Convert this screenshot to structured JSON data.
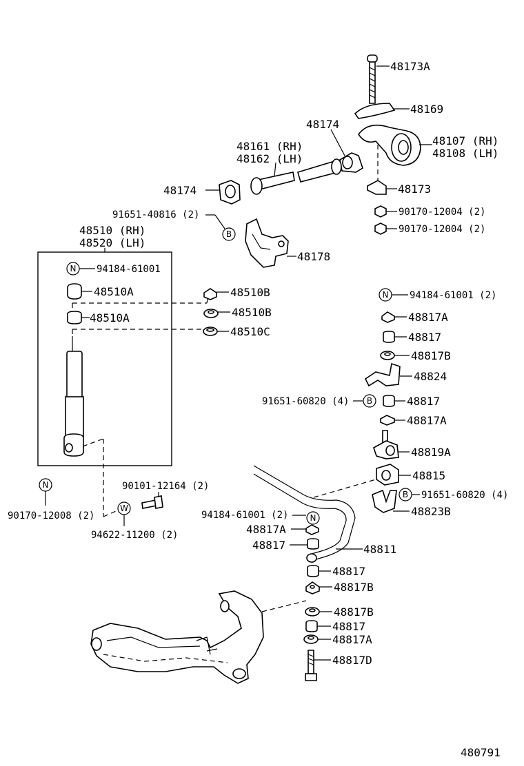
{
  "labels": {
    "p48173A": "48173A",
    "p48169": "48169",
    "p48174_top": "48174",
    "p48107": "48107 (RH)",
    "p48108": "48108 (LH)",
    "p48161": "48161 (RH)",
    "p48162": "48162 (LH)",
    "p48174_left": "48174",
    "p48173": "48173",
    "p90170_a": "90170-12004 (2)",
    "p90170_b": "90170-12004 (2)",
    "p91651_40816": "91651-40816 (2)",
    "p48178": "48178",
    "p48510": "48510 (RH)",
    "p48520": "48520 (LH)",
    "p94184_box": "94184-61001",
    "p48510A_1": "48510A",
    "p48510A_2": "48510A",
    "p48510B_1": "48510B",
    "p48510B_2": "48510B",
    "p48510C": "48510C",
    "p94184_right": "94184-61001 (2)",
    "p48817A_r1": "48817A",
    "p48817_r1": "48817",
    "p48817B_r1": "48817B",
    "p48824": "48824",
    "p91651_60820_a": "91651-60820 (4)",
    "p48817_r2": "48817",
    "p48817A_r2": "48817A",
    "p48819A": "48819A",
    "p48815": "48815",
    "p91651_60820_b": "91651-60820 (4)",
    "p48823B": "48823B",
    "p90101": "90101-12164 (2)",
    "p90170_12008": "90170-12008 (2)",
    "p94622": "94622-11200 (2)",
    "p94184_mid": "94184-61001 (2)",
    "p48817A_m": "48817A",
    "p48817_m": "48817",
    "p48811": "48811",
    "p48817_b1": "48817",
    "p48817B_b1": "48817B",
    "p48817B_b2": "48817B",
    "p48817_b2": "48817",
    "p48817A_b": "48817A",
    "p48817D": "48817D",
    "diagram_id": "480791"
  },
  "symbols": {
    "N": "N",
    "B": "B",
    "W": "W"
  }
}
